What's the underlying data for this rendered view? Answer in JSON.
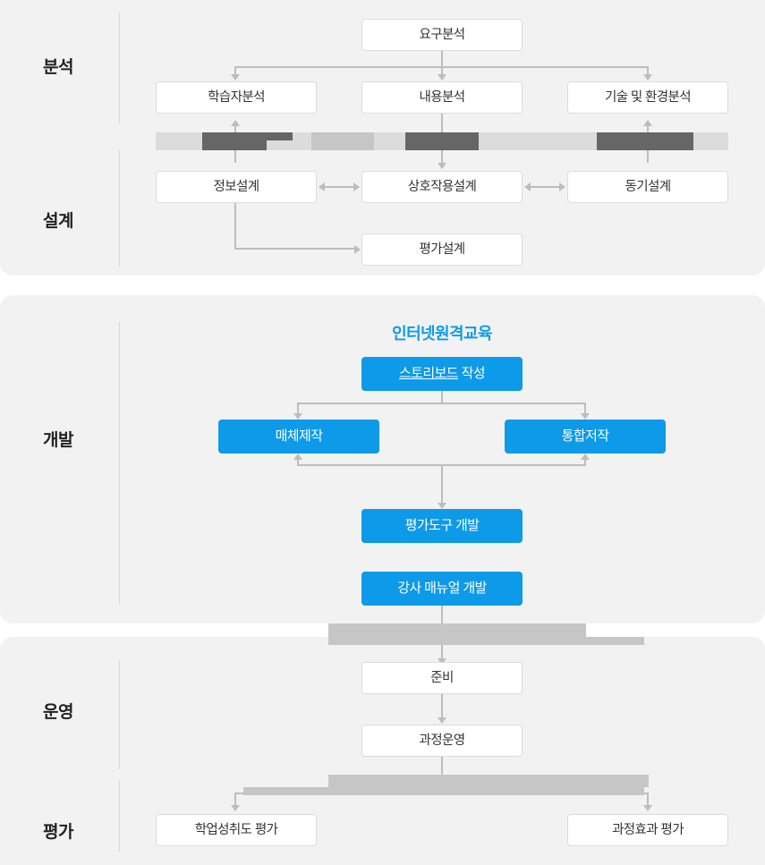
{
  "diagram": {
    "title": "인터넷원격교육",
    "accent_color": "#0d9ae8",
    "box_border_color": "#dcdcdc",
    "connector_color": "#bdbdbd",
    "panel_background": "#f2f2f3",
    "page_background": "#ffffff",
    "stages": [
      {
        "id": "analysis",
        "label": "분석"
      },
      {
        "id": "design",
        "label": "설계"
      },
      {
        "id": "develop",
        "label": "개발"
      },
      {
        "id": "operate",
        "label": "운영"
      },
      {
        "id": "evaluate",
        "label": "평가"
      }
    ],
    "nodes": {
      "requirement_analysis": "요구분석",
      "learner_analysis": "학습자분석",
      "content_analysis": "내용분석",
      "tech_env_analysis": "기술 및 환경분석",
      "information_design": "정보설계",
      "interaction_design": "상호작용설계",
      "motivation_design": "동기설계",
      "evaluation_design": "평가설계",
      "storyboard_part1": "스토리보드",
      "storyboard_part2": " 작성",
      "media_production": "매체제작",
      "integrated_authoring": "통합저작",
      "assessment_tool_dev": "평가도구 개발",
      "instructor_manual_dev": "강사 매뉴얼 개발",
      "preparation": "준비",
      "course_operation": "과정운영",
      "achievement_evaluation": "학업성취도 평가",
      "course_effect_evaluation": "과정효과 평가"
    }
  }
}
